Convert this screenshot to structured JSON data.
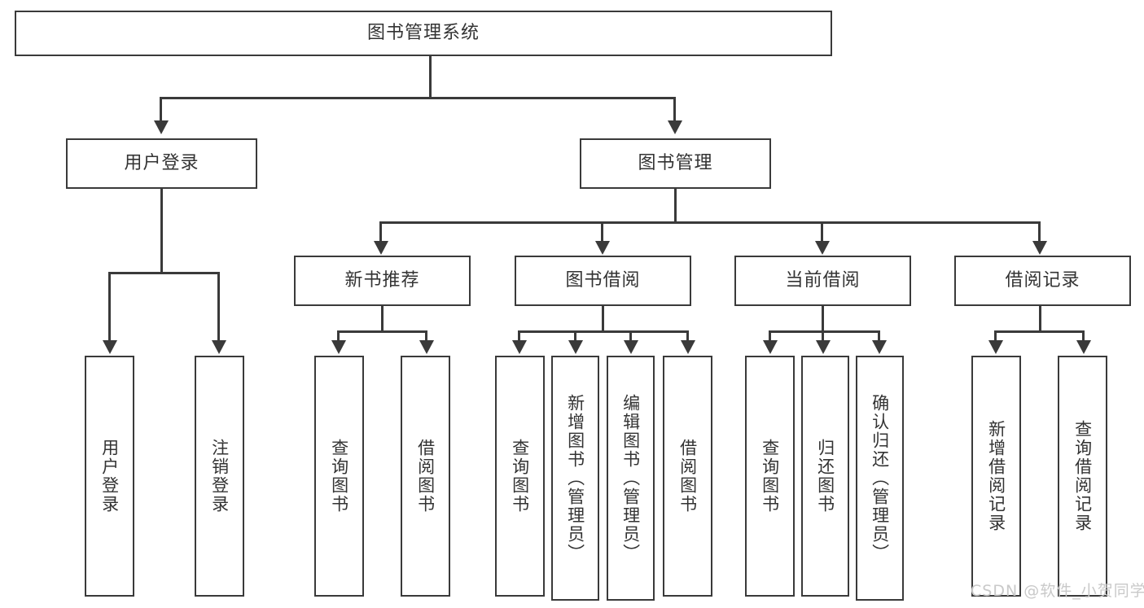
{
  "diagram": {
    "title": "图书管理系统",
    "type": "功能结构图",
    "root": {
      "label": "图书管理系统"
    },
    "level2": [
      {
        "label": "用户登录"
      },
      {
        "label": "图书管理"
      }
    ],
    "level3": [
      {
        "label": "新书推荐"
      },
      {
        "label": "图书借阅"
      },
      {
        "label": "当前借阅"
      },
      {
        "label": "借阅记录"
      }
    ],
    "leaves": {
      "user_login": [
        {
          "label": "用户登录"
        },
        {
          "label": "注销登录"
        }
      ],
      "new_book_recommend": [
        {
          "label": "查询图书"
        },
        {
          "label": "借阅图书"
        }
      ],
      "book_borrow": [
        {
          "label": "查询图书"
        },
        {
          "label": "新增图书（管理员）"
        },
        {
          "label": "编辑图书（管理员）"
        },
        {
          "label": "借阅图书"
        }
      ],
      "current_borrow": [
        {
          "label": "查询图书"
        },
        {
          "label": "归还图书"
        },
        {
          "label": "确认归还（管理员）"
        }
      ],
      "borrow_record": [
        {
          "label": "新增借阅记录"
        },
        {
          "label": "查询借阅记录"
        }
      ]
    }
  },
  "watermark": {
    "text": "CSDN @软件_小贺同学"
  },
  "colors": {
    "stroke": "#3a3a3a",
    "text": "#333333",
    "background": "#ffffff",
    "watermark": "#c9c9c9"
  }
}
